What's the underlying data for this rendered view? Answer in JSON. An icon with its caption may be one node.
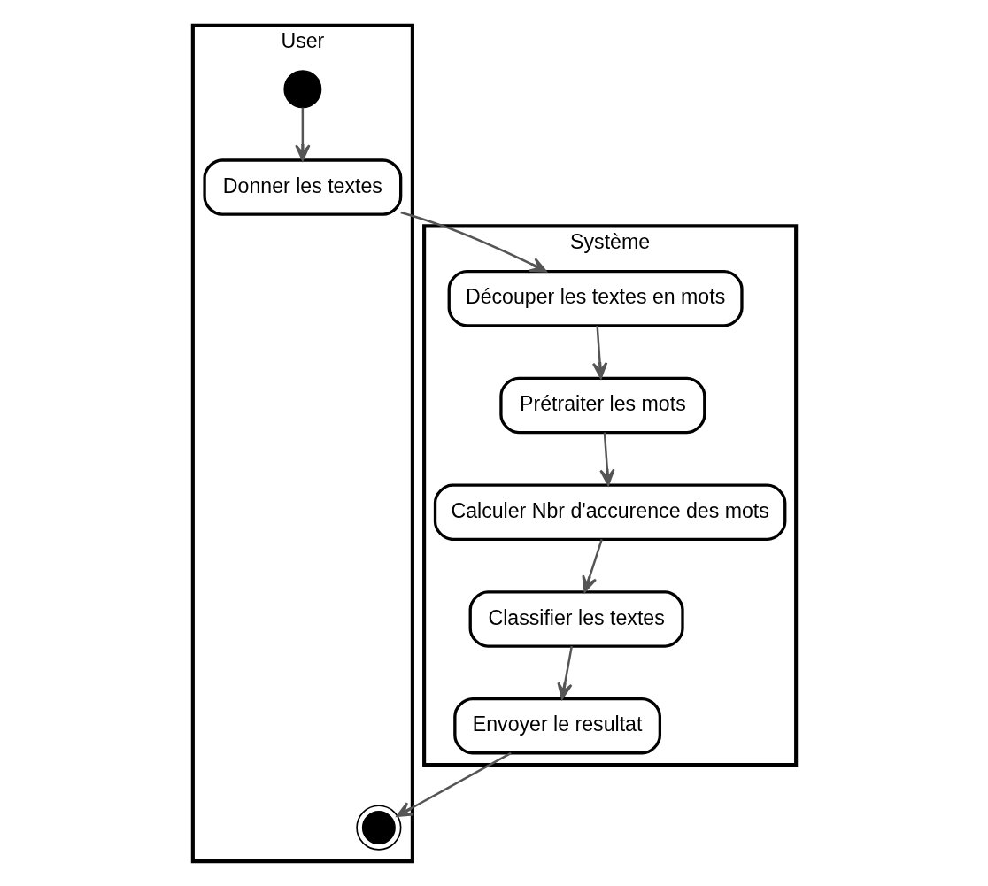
{
  "diagram": {
    "nodes": [
      {
        "text": [
          "User"
        ]
      },
      {
        "text": [
          "Système"
        ]
      },
      {
        "text": [],
        "shape": "circle",
        "in": 0
      },
      {
        "text": [
          "Donner les textes"
        ],
        "in": 0
      },
      {
        "text": [
          "Découper les textes en mots"
        ],
        "in": 1
      },
      {
        "text": [
          "Prétraiter les mots"
        ],
        "in": 1
      },
      {
        "text": [
          "Calculer Nbr d'accurence des mots"
        ],
        "in": 1
      },
      {
        "text": [
          "Classifier les textes"
        ],
        "in": 1
      },
      {
        "text": [
          "Envoyer le resultat"
        ],
        "in": 1
      },
      {
        "text": [],
        "shape": "bullseye",
        "in": 0
      }
    ],
    "edges": [
      {
        "from": 2,
        "to": 3,
        "arrow": "to"
      },
      {
        "from": 3,
        "to": 4,
        "arrow": "to"
      },
      {
        "from": 4,
        "to": 5,
        "arrow": "to"
      },
      {
        "from": 5,
        "to": 6,
        "arrow": "to"
      },
      {
        "from": 6,
        "to": 7,
        "arrow": "to"
      },
      {
        "from": 7,
        "to": 8,
        "arrow": "to"
      },
      {
        "from": 8,
        "to": 9,
        "arrow": "to"
      }
    ]
  }
}
